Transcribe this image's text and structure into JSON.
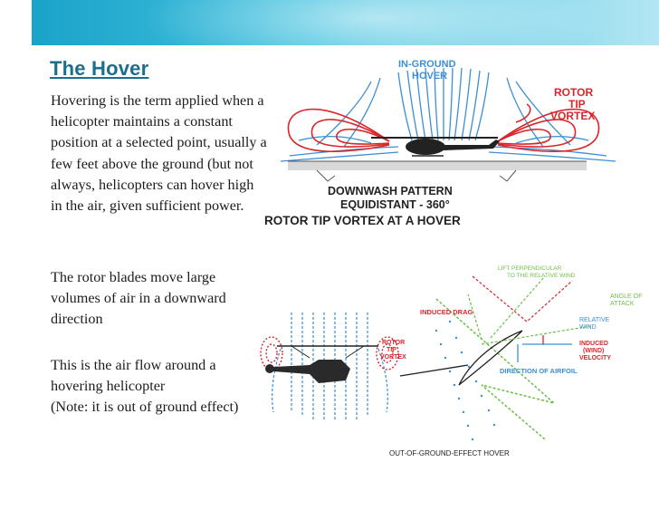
{
  "slide": {
    "title": "The Hover",
    "paragraphs": [
      "Hovering is the term applied when a helicopter maintains a constant position at a selected point, usually a few feet above the ground (but not always, helicopters can hover high in the air, given sufficient power.",
      "The rotor blades move large volumes of air in a downward direction",
      "This is the air flow around a hovering helicopter\n (Note: it is out of ground effect)"
    ]
  },
  "figure1": {
    "top_label_1": "IN-GROUND",
    "top_label_2": "HOVER",
    "vortex_label": [
      "ROTOR",
      "TIP",
      "VORTEX"
    ],
    "downwash_label": [
      "DOWNWASH PATTERN",
      "EQUIDISTANT - 360°"
    ],
    "caption": "ROTOR TIP VORTEX AT A HOVER"
  },
  "figure2": {
    "vortex_label": [
      "ROTOR",
      "TIP",
      "VORTEX"
    ],
    "lift_label": [
      "LIFT PERPENDICULAR",
      "TO THE RELATIVE WIND"
    ],
    "induced_drag_label": "INDUCED DRAG",
    "angle_label": [
      "ANGLE OF",
      "ATTACK"
    ],
    "relative_wind_label": [
      "RELATIVE",
      "WIND"
    ],
    "induced_velocity_label": [
      "INDUCED",
      "(WIND)",
      "VELOCITY"
    ],
    "direction_label": "DIRECTION OF AIRFOIL",
    "caption": "OUT-OF-GROUND-EFFECT HOVER"
  },
  "colors": {
    "title": "#1b6f8c",
    "banner": "#1aa3c9",
    "vortex_red": "#d9262b",
    "flow_blue": "#3a8fd6",
    "green": "#6cbf44"
  }
}
